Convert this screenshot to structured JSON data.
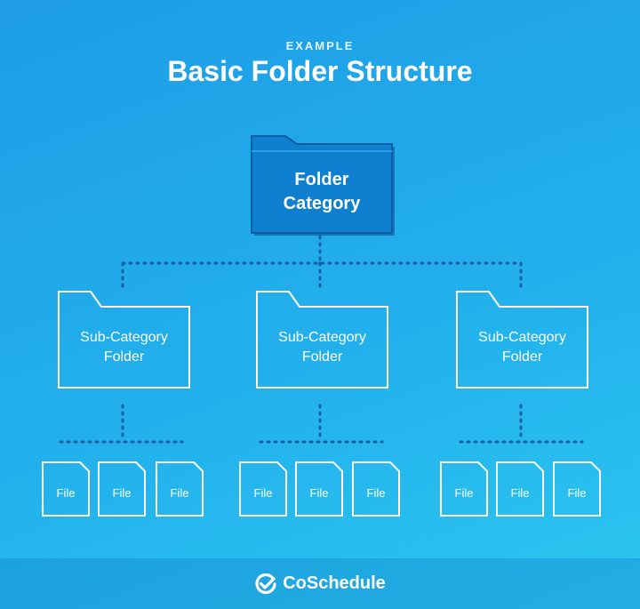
{
  "header": {
    "eyebrow": "EXAMPLE",
    "title": "Basic Folder Structure"
  },
  "diagram": {
    "root": {
      "line1": "Folder",
      "line2": "Category"
    },
    "subfolders": [
      {
        "line1": "Sub-Category",
        "line2": "Folder",
        "files": [
          "File",
          "File",
          "File"
        ]
      },
      {
        "line1": "Sub-Category",
        "line2": "Folder",
        "files": [
          "File",
          "File",
          "File"
        ]
      },
      {
        "line1": "Sub-Category",
        "line2": "Folder",
        "files": [
          "File",
          "File",
          "File"
        ]
      }
    ]
  },
  "footer": {
    "brand": "CoSchedule",
    "logo_icon": "check-circle-icon"
  },
  "colors": {
    "background": "#22b0ec",
    "root_fill": "#0f7fcf",
    "outline": "#ffffff",
    "connector": "#0e5fa3"
  }
}
